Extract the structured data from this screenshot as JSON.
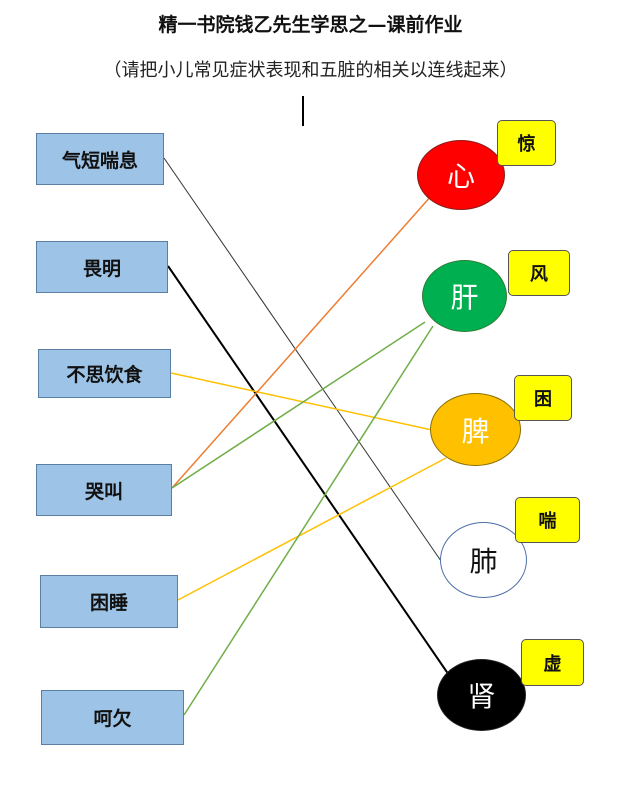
{
  "title": "精一书院钱乙先生学思之—课前作业",
  "subtitle": "（请把小儿常见症状表现和五脏的相关以连线起来）",
  "symptoms": [
    {
      "label": "气短喘息"
    },
    {
      "label": "畏明"
    },
    {
      "label": "不思饮食"
    },
    {
      "label": "哭叫"
    },
    {
      "label": "困睡"
    },
    {
      "label": "呵欠"
    }
  ],
  "organs": [
    {
      "label": "心",
      "tag": "惊",
      "fill": "#ff0000",
      "text_color": "#ffffff"
    },
    {
      "label": "肝",
      "tag": "风",
      "fill": "#00b050",
      "text_color": "#ffffff"
    },
    {
      "label": "脾",
      "tag": "困",
      "fill": "#ffc000",
      "text_color": "#ffffff"
    },
    {
      "label": "肺",
      "tag": "喘",
      "fill": "#ffffff",
      "text_color": "#111111"
    },
    {
      "label": "肾",
      "tag": "虚",
      "fill": "#000000",
      "text_color": "#ffffff"
    }
  ],
  "connections": [
    {
      "from": "气短喘息",
      "to": "肺",
      "color": "#333333"
    },
    {
      "from": "畏明",
      "to": "肾",
      "color": "#000000"
    },
    {
      "from": "不思饮食",
      "to": "脾",
      "color": "#ffc000"
    },
    {
      "from": "哭叫",
      "to": "心",
      "color": "#ed7d31"
    },
    {
      "from": "哭叫",
      "to": "肝",
      "color": "#70ad47"
    },
    {
      "from": "困睡",
      "to": "脾",
      "color": "#ffc000"
    },
    {
      "from": "呵欠",
      "to": "肝",
      "color": "#70ad47"
    }
  ]
}
